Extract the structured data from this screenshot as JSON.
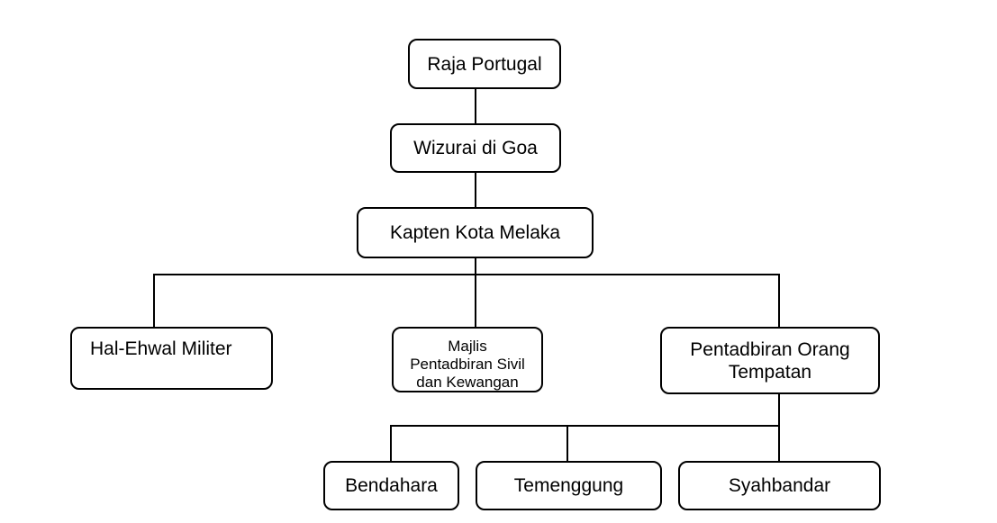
{
  "diagram": {
    "type": "org-chart",
    "colors": {
      "background": "#ffffff",
      "node_fill": "#ffffff",
      "node_border": "#000000",
      "text": "#000000",
      "connector": "#000000"
    },
    "nodes": {
      "raja_portugal": {
        "label": "Raja Portugal"
      },
      "wizurai_di_goa": {
        "label": "Wizurai di Goa"
      },
      "kapten_kota_melaka": {
        "label": "Kapten Kota Melaka"
      },
      "hal_ehwal_militer": {
        "label": "Hal-Ehwal Militer"
      },
      "majlis_pentadbiran_sivil_dan_kewangan": {
        "label": "Majlis Pentadbiran Sivil dan Kewangan",
        "line1": "Majlis",
        "line2": "Pentadbiran Sivil",
        "line3": "dan Kewangan"
      },
      "pentadbiran_orang_tempatan": {
        "label": "Pentadbiran Orang Tempatan",
        "line1": "Pentadbiran Orang",
        "line2": "Tempatan"
      },
      "bendahara": {
        "label": "Bendahara"
      },
      "temenggung": {
        "label": "Temenggung"
      },
      "syahbandar": {
        "label": "Syahbandar"
      }
    },
    "edges": [
      {
        "from": "Raja Portugal",
        "to": "Wizurai di Goa"
      },
      {
        "from": "Wizurai di Goa",
        "to": "Kapten Kota Melaka"
      },
      {
        "from": "Kapten Kota Melaka",
        "to": "Hal-Ehwal Militer"
      },
      {
        "from": "Kapten Kota Melaka",
        "to": "Majlis Pentadbiran Sivil dan Kewangan"
      },
      {
        "from": "Kapten Kota Melaka",
        "to": "Pentadbiran Orang Tempatan"
      },
      {
        "from": "Pentadbiran Orang Tempatan",
        "to": "Bendahara"
      },
      {
        "from": "Pentadbiran Orang Tempatan",
        "to": "Temenggung"
      },
      {
        "from": "Pentadbiran Orang Tempatan",
        "to": "Syahbandar"
      }
    ]
  }
}
